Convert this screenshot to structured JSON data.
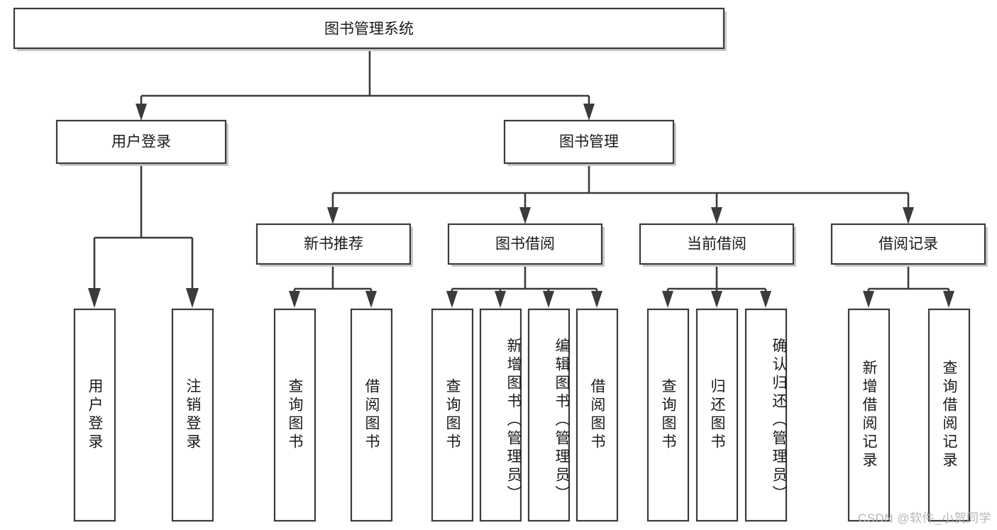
{
  "diagram": {
    "title": "图书管理系统",
    "type": "tree-hierarchy",
    "root": {
      "id": "root",
      "label": "图书管理系统",
      "orientation": "horizontal"
    },
    "level2": [
      {
        "id": "user-login",
        "label": "用户登录",
        "orientation": "horizontal"
      },
      {
        "id": "book-management",
        "label": "图书管理",
        "orientation": "horizontal"
      }
    ],
    "level3": [
      {
        "id": "new-book-recommend",
        "label": "新书推荐",
        "orientation": "horizontal",
        "parent": "book-management"
      },
      {
        "id": "book-borrow",
        "label": "图书借阅",
        "orientation": "horizontal",
        "parent": "book-management"
      },
      {
        "id": "current-borrow",
        "label": "当前借阅",
        "orientation": "horizontal",
        "parent": "book-management"
      },
      {
        "id": "borrow-record",
        "label": "借阅记录",
        "orientation": "horizontal",
        "parent": "book-management"
      }
    ],
    "leaves": [
      {
        "id": "leaf-user-login",
        "label": "用户登录",
        "parent": "user-login",
        "orientation": "vertical"
      },
      {
        "id": "leaf-logout-login",
        "label": "注销登录",
        "parent": "user-login",
        "orientation": "vertical"
      },
      {
        "id": "leaf-query-book-1",
        "label": "查询图书",
        "parent": "new-book-recommend",
        "orientation": "vertical"
      },
      {
        "id": "leaf-borrow-book-1",
        "label": "借阅图书",
        "parent": "new-book-recommend",
        "orientation": "vertical"
      },
      {
        "id": "leaf-query-book-2",
        "label": "查询图书",
        "parent": "book-borrow",
        "orientation": "vertical"
      },
      {
        "id": "leaf-add-book",
        "label": "新增图书（管理员）",
        "parent": "book-borrow",
        "orientation": "vertical"
      },
      {
        "id": "leaf-edit-book",
        "label": "编辑图书（管理员）",
        "parent": "book-borrow",
        "orientation": "vertical"
      },
      {
        "id": "leaf-borrow-book-2",
        "label": "借阅图书",
        "parent": "book-borrow",
        "orientation": "vertical"
      },
      {
        "id": "leaf-query-book-3",
        "label": "查询图书",
        "parent": "current-borrow",
        "orientation": "vertical"
      },
      {
        "id": "leaf-return-book",
        "label": "归还图书",
        "parent": "current-borrow",
        "orientation": "vertical"
      },
      {
        "id": "leaf-confirm-return",
        "label": "确认归还（管理员）",
        "parent": "current-borrow",
        "orientation": "vertical"
      },
      {
        "id": "leaf-add-record",
        "label": "新增借阅记录",
        "parent": "borrow-record",
        "orientation": "vertical"
      },
      {
        "id": "leaf-query-record",
        "label": "查询借阅记录",
        "parent": "borrow-record",
        "orientation": "vertical"
      }
    ],
    "watermark": "CSDN @软件_小贺同学",
    "colors": {
      "stroke": "#3b3b3b",
      "fill": "#ffffff",
      "text": "#1a1a1a",
      "shadow": "#c9c9c9",
      "watermark": "#b6b6b6",
      "background": "#ffffff"
    }
  }
}
